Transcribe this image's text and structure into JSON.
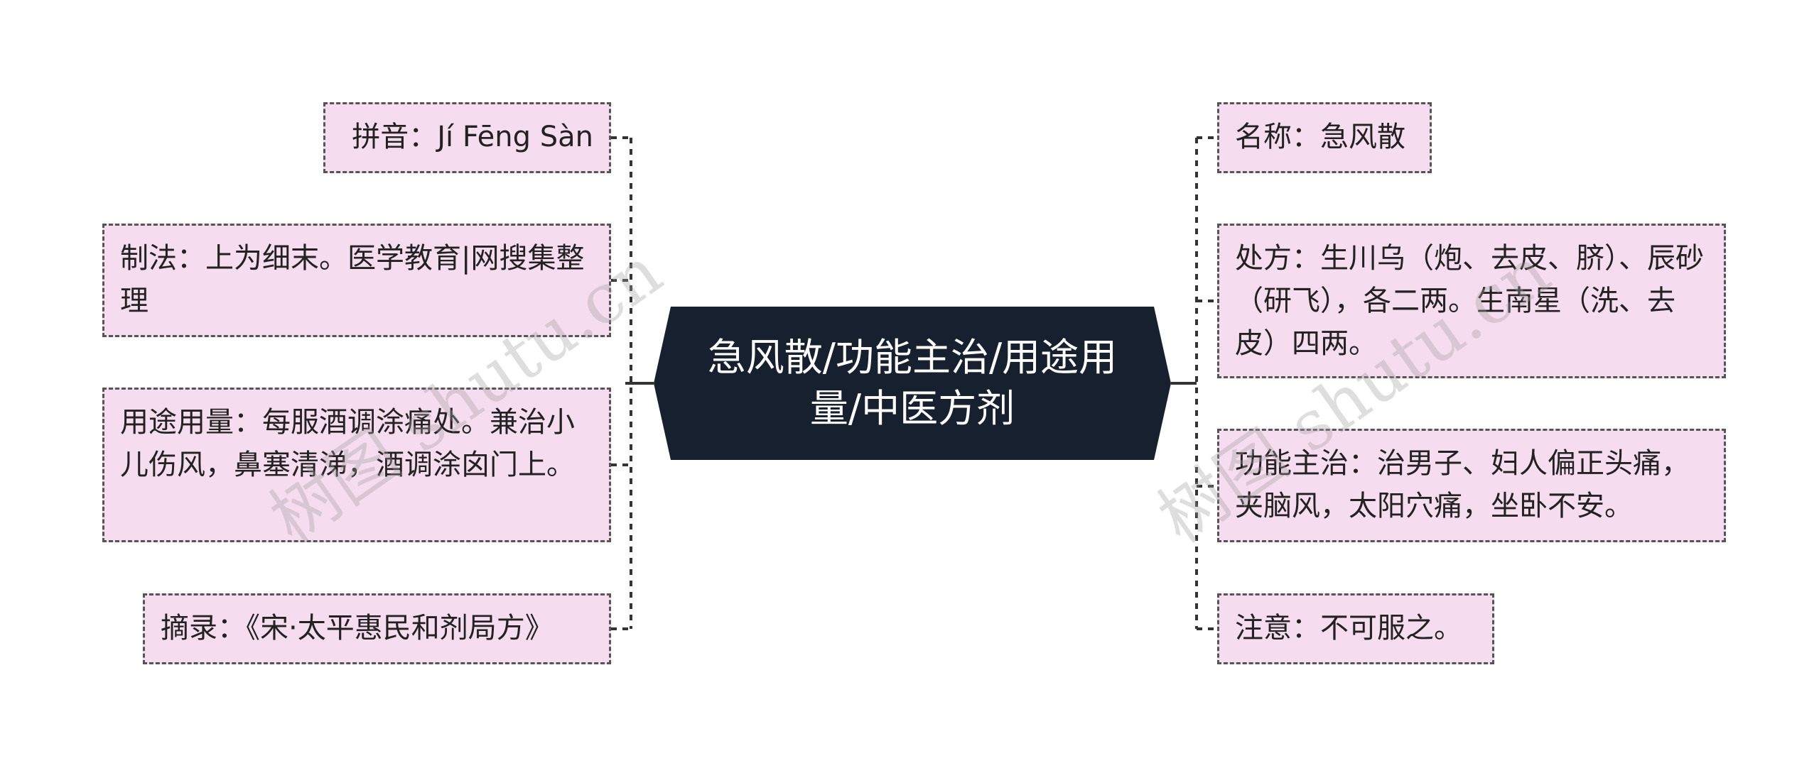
{
  "root": {
    "label": "急风散/功能主治/用途用量/中医方剂"
  },
  "left_nodes": [
    {
      "id": "pinyin",
      "text": "拼音：Jí Fēng Sàn"
    },
    {
      "id": "method",
      "text": "制法：上为细末。医学教育|网搜集整理"
    },
    {
      "id": "usage",
      "text": "用途用量：每服酒调涂痛处。兼治小儿伤风，鼻塞清涕，酒调涂囟门上。"
    },
    {
      "id": "source",
      "text": "摘录：《宋·太平惠民和剂局方》"
    }
  ],
  "right_nodes": [
    {
      "id": "name",
      "text": "名称：急风散"
    },
    {
      "id": "prescription",
      "text": "处方：生川乌（炮、去皮、脐）、辰砂（研飞），各二两。生南星（洗、去皮）四两。"
    },
    {
      "id": "indication",
      "text": "功能主治：治男子、妇人偏正头痛，夹脑风，太阳穴痛，坐卧不安。"
    },
    {
      "id": "caution",
      "text": "注意：不可服之。"
    }
  ],
  "watermark": "树图 shutu.cn",
  "colors": {
    "root_bg": "#16202e",
    "node_bg": "#f6dcef",
    "node_border": "#555555",
    "connector": "#333333"
  }
}
